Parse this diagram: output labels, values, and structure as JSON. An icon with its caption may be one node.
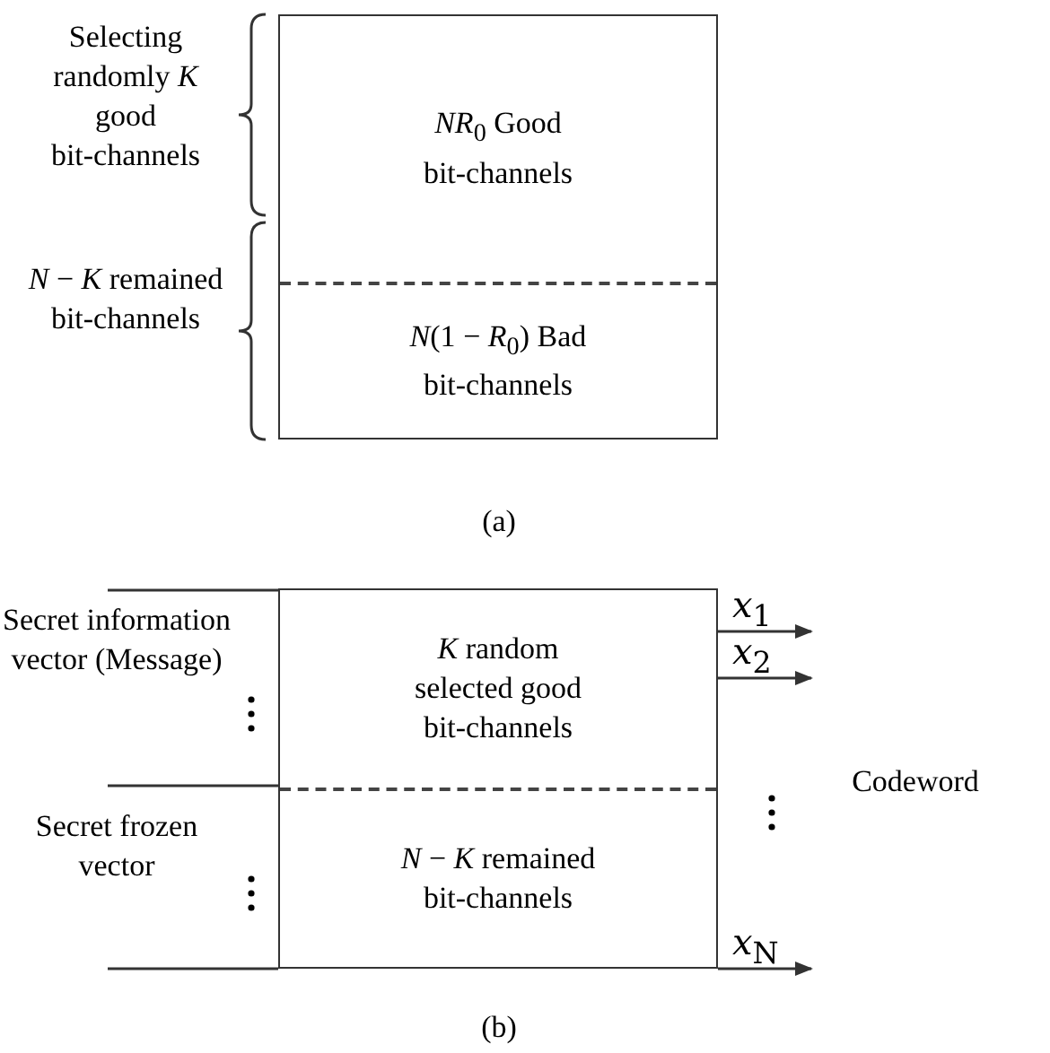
{
  "diagram": {
    "nodes": [
      {
        "text": [],
        "shape": "box"
      },
      {
        "text": [
          "*NR*$_{0}$ Good bit-channels"
        ],
        "in": 0
      },
      {
        "text": [
          "*N*(1 − *R*$_{0}$) Bad bit-channels"
        ],
        "in": 0
      },
      {
        "text": [],
        "shape": "box"
      },
      {
        "text": [
          "*K* random selected good bit-channels"
        ],
        "in": 3
      },
      {
        "text": [
          "*N* − *K* remained bit-channels"
        ],
        "in": 3
      }
    ],
    "edges": [
      {
        "from": 3,
        "to": null,
        "arrow": "to",
        "label": "*x*$_{1}$"
      },
      {
        "from": 3,
        "to": null,
        "arrow": "to",
        "label": "*x*$_{2}$"
      },
      {
        "from": 3,
        "to": null,
        "arrow": "to",
        "label": "*x*$_{N}$"
      }
    ],
    "labels": [
      "Selecting randomly *K* good bit-channels",
      "*N* − *K* remained bit-channels",
      "(a)",
      "Secret information vector (Message)",
      "Secret frozen vector",
      "Codeword",
      "(b)"
    ]
  }
}
